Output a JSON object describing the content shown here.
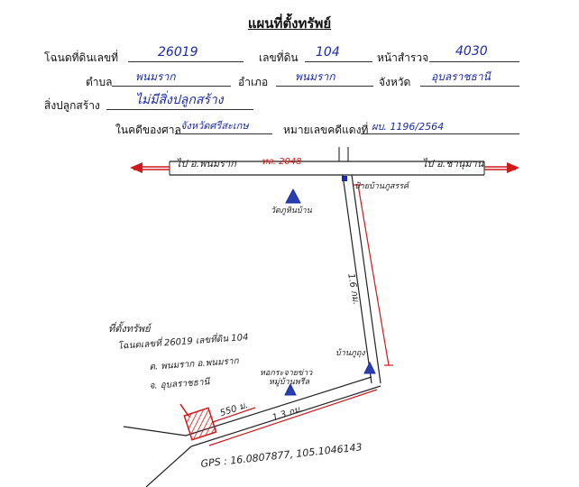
{
  "header": {
    "title": "แผนที่ตั้งทรัพย์"
  },
  "form": {
    "deed_label": "โฉนดที่ดินเลขที่",
    "deed_value": "26019",
    "land_no_label": "เลขที่ดิน",
    "land_no_value": "104",
    "survey_page_label": "หน้าสำรวจ",
    "survey_page_value": "4030",
    "subdistrict_label": "ตำบล",
    "subdistrict_value": "พนมราก",
    "district_label": "อำเภอ",
    "district_value": "พนมราก",
    "province_label": "จังหวัด",
    "province_value": "อุบลราชธานี",
    "building_label": "สิ่งปลูกสร้าง",
    "building_value": "ไม่มีสิ่งปลูกสร้าง",
    "court_label": "ในคดีของศาล",
    "court_value": "จังหวัดศรีสะเกษ",
    "case_label": "หมายเลขคดีแดงที่",
    "case_value": "ผบ. 1196/2564"
  },
  "map": {
    "left_road": "ไป อ.พนมราก",
    "right_road": "ไป อ.ชานุมาน",
    "highway": "ทล. 2048",
    "temple": "วัดภูหินบ้าน",
    "village_sign": "ป้ายบ้านภูสรรค์",
    "vertical_distance": "1.6 กม.",
    "village_right": "บ้านภูถุง",
    "pump_station": "หอกระจายข่าว",
    "pump_station_2": "หมู่บ้านพรีล",
    "dist_550": "550 ม.",
    "dist_13": "1.3 กม.",
    "asset_title": "ที่ตั้งทรัพย์",
    "asset_line1": "โฉนดเลขที่ 26019 เลขที่ดิน 104",
    "asset_line2": "ต. พนมราก อ.พนมราก",
    "asset_line3": "จ. อุบลราชธานี",
    "gps": "GPS : 16.0807877, 105.1046143"
  },
  "colors": {
    "ink_blue": "#1b2aa8",
    "arrow_red": "#d01818",
    "triangle_blue": "#2a3fb0"
  }
}
